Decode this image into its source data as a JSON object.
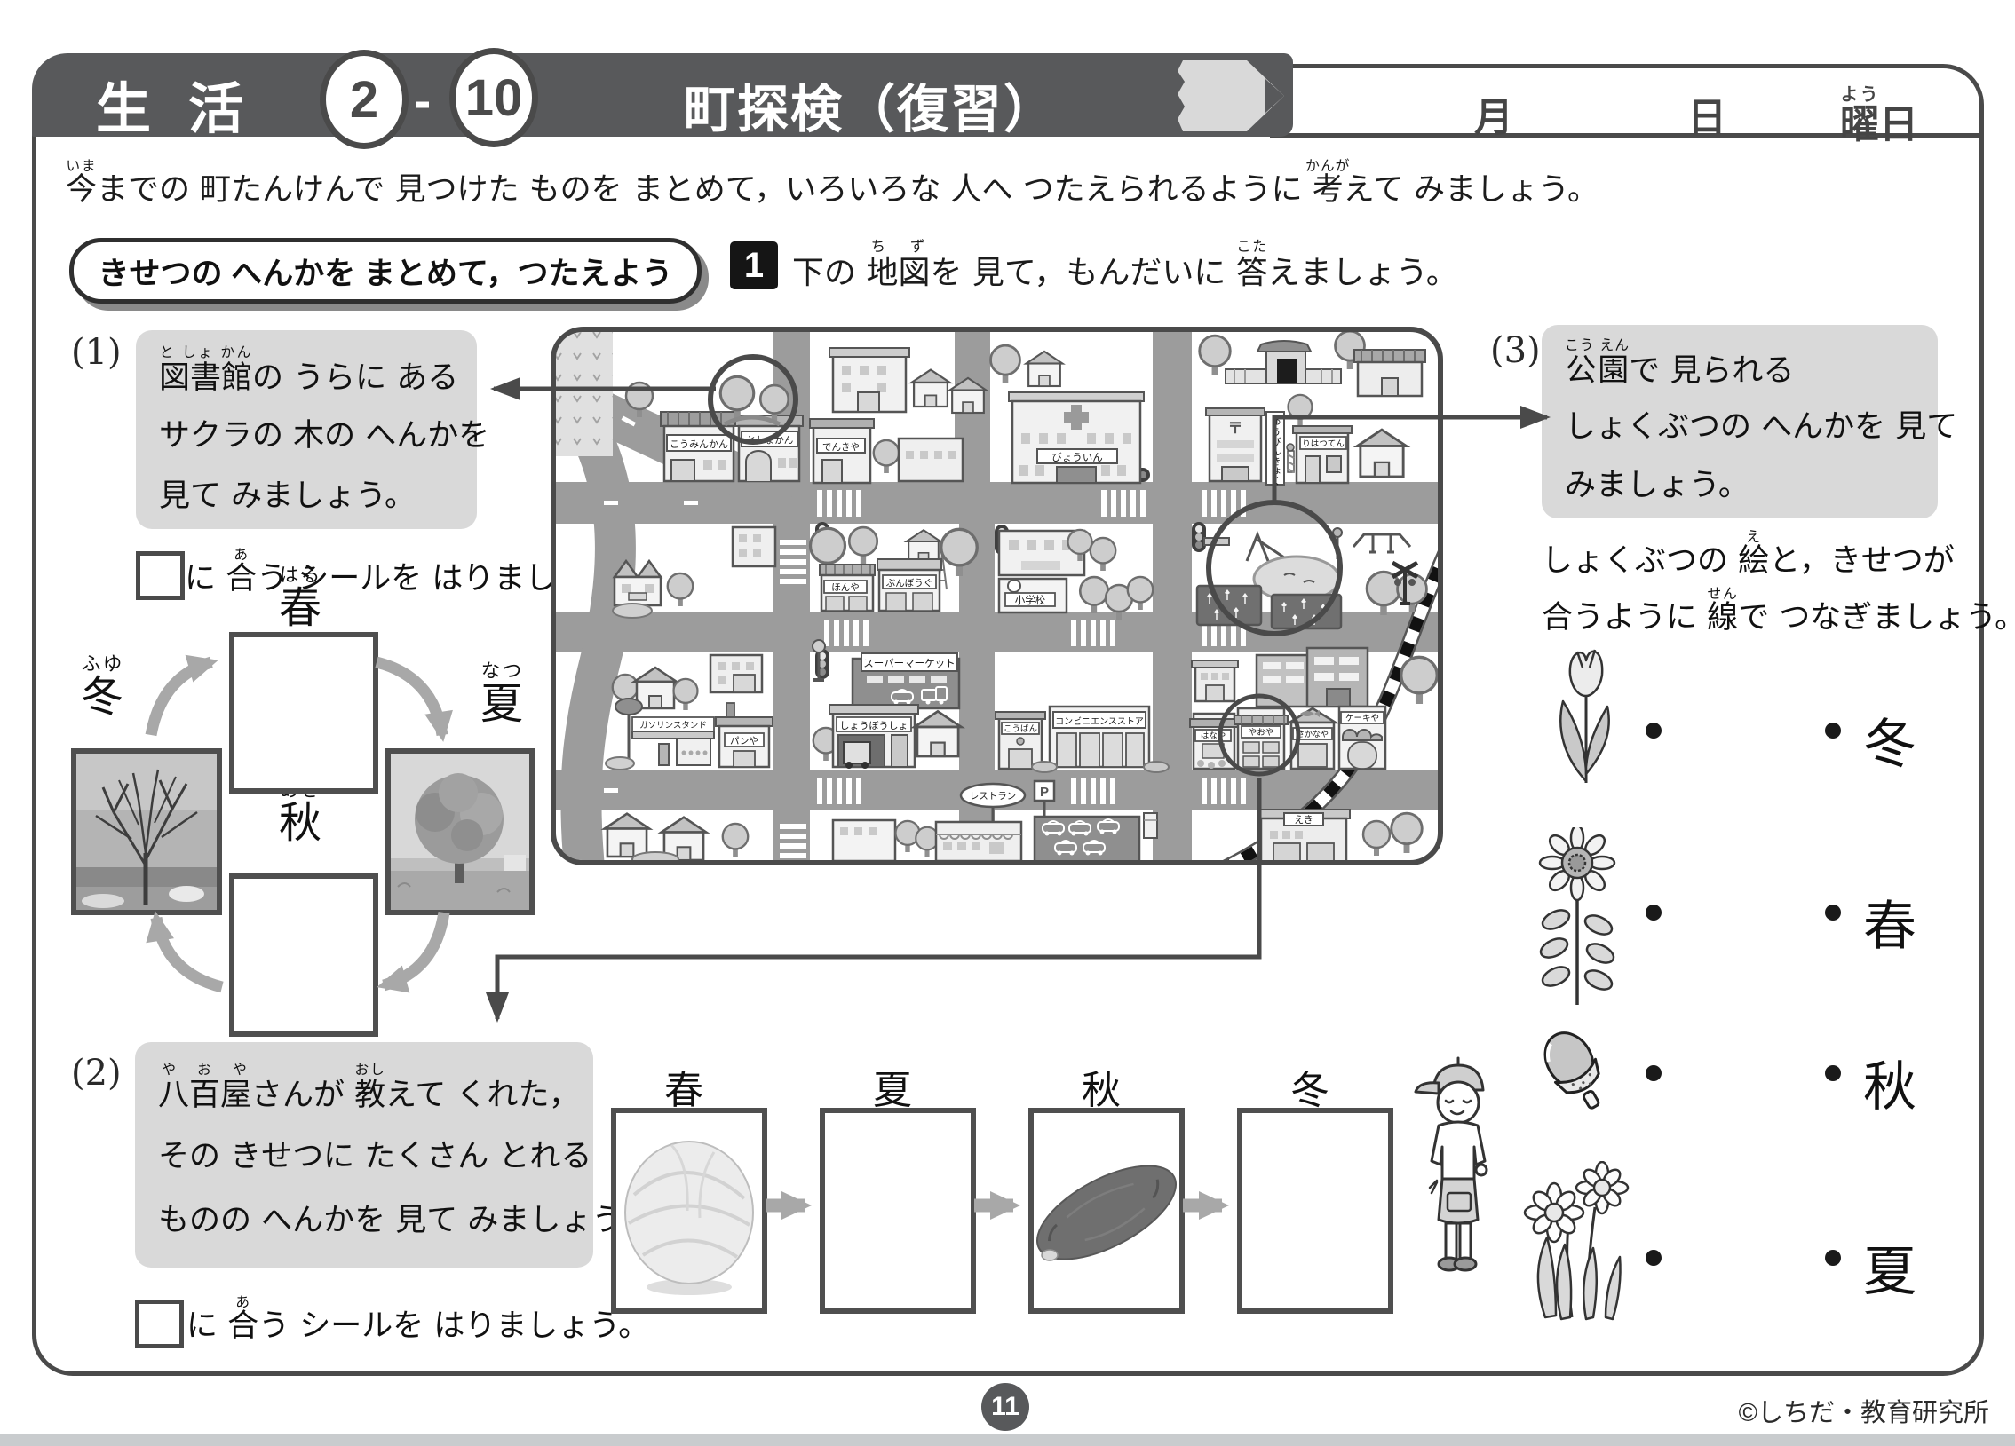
{
  "header": {
    "subject": "生活",
    "lesson_left": "2",
    "lesson_sep": "-",
    "lesson_right": "10",
    "title": "町探検（復習）",
    "month_label": "月",
    "day_label": "日",
    "weekday_label": [
      {
        "t": "曜",
        "r": "よう"
      },
      {
        "t": "日"
      }
    ]
  },
  "intro": [
    {
      "t": "今",
      "r": "いま"
    },
    {
      "t": "までの 町たんけんで 見つけた ものを まとめて，いろいろな 人へ つたえられるように "
    },
    {
      "t": "考",
      "r": "かんが"
    },
    {
      "t": "えて みましょう。"
    }
  ],
  "unit": {
    "heading": "きせつの へんかを まとめて，つたえよう",
    "q_number": "1",
    "q_text": [
      {
        "t": "下の "
      },
      {
        "t": "地図",
        "r": "ち ず"
      },
      {
        "t": "を 見て，もんだいに "
      },
      {
        "t": "答",
        "r": "こた"
      },
      {
        "t": "えましょう。"
      }
    ]
  },
  "s1": {
    "label": "(1)",
    "line1": [
      {
        "t": "図書館",
        "r": "と しょ かん"
      },
      {
        "t": "の うらに ある"
      }
    ],
    "line2": [
      {
        "t": "サクラの 木の へんかを"
      }
    ],
    "line3": [
      {
        "t": "見て みましょう。"
      }
    ],
    "seal": [
      {
        "t": "に "
      },
      {
        "t": "合",
        "r": "あ"
      },
      {
        "t": "う シールを はりましょう。"
      }
    ]
  },
  "cycle": {
    "spring": [
      {
        "t": "春",
        "r": "はる"
      }
    ],
    "summer": [
      {
        "t": "夏",
        "r": "なつ"
      }
    ],
    "autumn": [
      {
        "t": "秋",
        "r": "あき"
      }
    ],
    "winter": [
      {
        "t": "冬",
        "r": "ふゆ"
      }
    ]
  },
  "s2": {
    "label": "(2)",
    "line1": [
      {
        "t": "八百屋",
        "r": "や お や"
      },
      {
        "t": "さんが "
      },
      {
        "t": "教",
        "r": "おし"
      },
      {
        "t": "えて くれた，"
      }
    ],
    "line2": [
      {
        "t": "その きせつに たくさん とれる"
      }
    ],
    "line3": [
      {
        "t": "ものの へんかを 見て みましょう。"
      }
    ],
    "seal": [
      {
        "t": "に "
      },
      {
        "t": "合",
        "r": "あ"
      },
      {
        "t": "う シールを はりましょう。"
      }
    ]
  },
  "s3": {
    "label": "(3)",
    "line1": [
      {
        "t": "公園",
        "r": "こう えん"
      },
      {
        "t": "で 見られる"
      }
    ],
    "line2": [
      {
        "t": "しょくぶつの へんかを 見て"
      }
    ],
    "line3": [
      {
        "t": "みましょう。"
      }
    ],
    "sub1": [
      {
        "t": "しょくぶつの "
      },
      {
        "t": "絵",
        "r": "え"
      },
      {
        "t": "と，きせつが"
      }
    ],
    "sub2": [
      {
        "t": "合うように "
      },
      {
        "t": "線",
        "r": "せん"
      },
      {
        "t": "で つなぎましょう。"
      }
    ]
  },
  "veg_row": {
    "labels": [
      "春",
      "夏",
      "秋",
      "冬"
    ]
  },
  "matching": {
    "seasons": [
      "冬",
      "春",
      "秋",
      "夏"
    ],
    "plants": [
      "tulip",
      "sunflower",
      "acorn",
      "daffodil"
    ]
  },
  "map": {
    "labels": {
      "kominkan": "こうみんかん",
      "toshokan": "としょかん",
      "denkiya": "でんきや",
      "byoin": "びょういん",
      "yubinkyoku": "ゆうびんきょく",
      "rihatsuten": "りはつてん",
      "shogakko": "小学校",
      "honya": "ほんや",
      "bunbogu": "ぶんぼうぐ",
      "supermarket": "スーパーマーケット",
      "shobosho": "しょうぼうしょ",
      "gasoline": "ガソリンスタンド",
      "panya": "パンや",
      "restaurant": "レストラン",
      "parking": "P",
      "koban": "こうばん",
      "convenience": "コンビニエンスストア",
      "hanaya": "はなや",
      "yaoya": "やおや",
      "sakanaya": "さかなや",
      "keikiya": "ケーキや",
      "eki": "えき"
    }
  },
  "footer": {
    "page": "11",
    "copyright": "©しちだ・教育研究所"
  },
  "colors": {
    "band": "#58595b",
    "graybox": "#d9d9d9",
    "road": "#9c9c9c",
    "arrow": "#a8a8a8"
  }
}
